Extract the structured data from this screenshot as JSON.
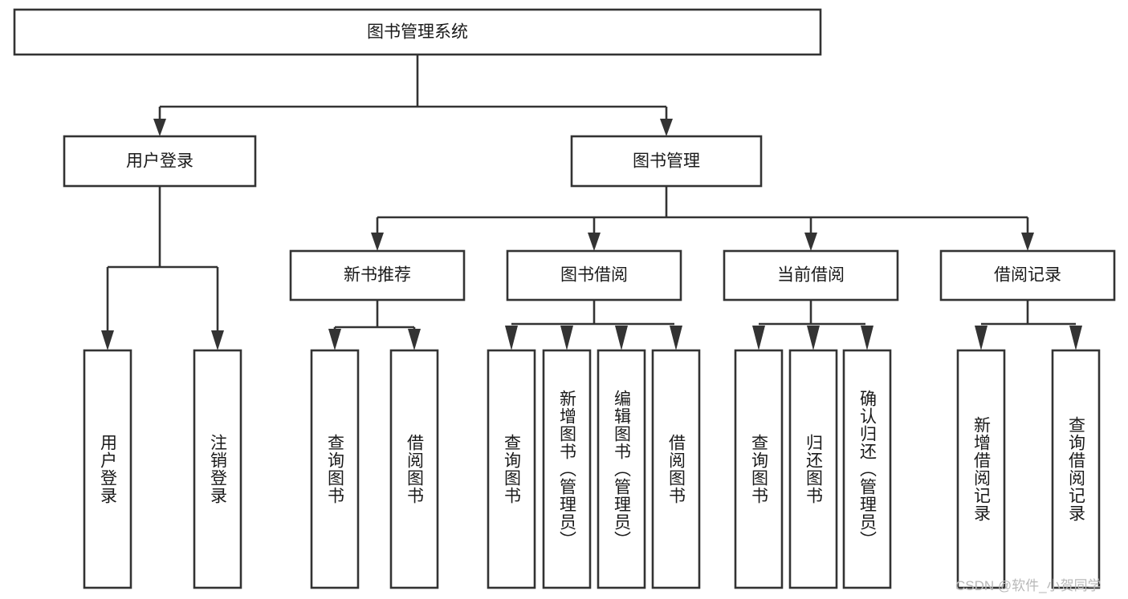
{
  "diagram": {
    "type": "tree",
    "title": "图书管理系统",
    "watermark": "CSDN @软件_小贺同学",
    "colors": {
      "stroke": "#333333",
      "box_fill": "#ffffff",
      "text": "#1a1a1a",
      "background": "#ffffff",
      "watermark": "#b9b9b9"
    },
    "root": {
      "label": "图书管理系统"
    },
    "level2": [
      {
        "label": "用户登录"
      },
      {
        "label": "图书管理"
      }
    ],
    "level3": [
      {
        "label": "新书推荐"
      },
      {
        "label": "图书借阅"
      },
      {
        "label": "当前借阅"
      },
      {
        "label": "借阅记录"
      }
    ],
    "leaves": {
      "user_login": [
        {
          "label": "用户登录"
        },
        {
          "label": "注销登录"
        }
      ],
      "new_book_recommend": [
        {
          "label": "查询图书"
        },
        {
          "label": "借阅图书"
        }
      ],
      "book_borrow": [
        {
          "label": "查询图书"
        },
        {
          "label": "新增图书（管理员）"
        },
        {
          "label": "编辑图书（管理员）"
        },
        {
          "label": "借阅图书"
        }
      ],
      "current_borrow": [
        {
          "label": "查询图书"
        },
        {
          "label": "归还图书"
        },
        {
          "label": "确认归还（管理员）"
        }
      ],
      "borrow_record": [
        {
          "label": "新增借阅记录"
        },
        {
          "label": "查询借阅记录"
        }
      ]
    }
  }
}
